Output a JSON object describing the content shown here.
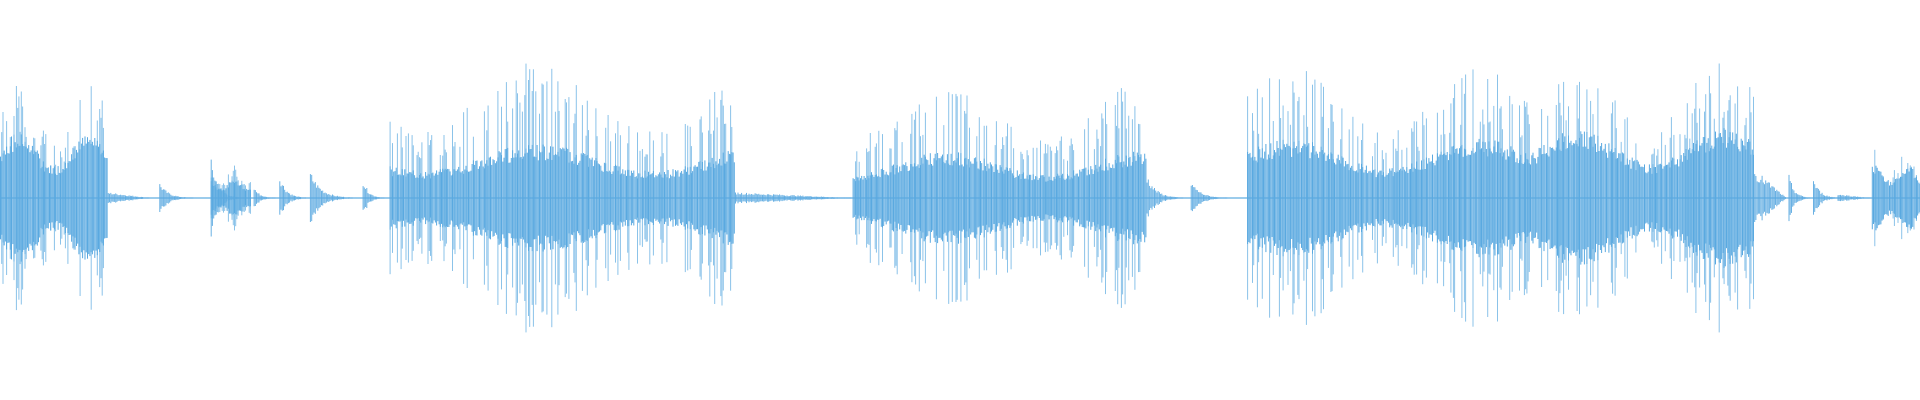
{
  "waveform": {
    "color": "#5aa9e0",
    "background": "#ffffff",
    "scale_h": 1.225,
    "scale_v": 1.22,
    "segments": [
      {
        "kind": "burst",
        "from": 0,
        "to": 88,
        "amp": 0.42,
        "peak": 0.58,
        "density": 0.8
      },
      {
        "kind": "tail",
        "from": 88,
        "to": 122,
        "amp": 0.03
      },
      {
        "kind": "ping",
        "at": 130,
        "amp": 0.08,
        "len": 28
      },
      {
        "kind": "ping",
        "at": 172,
        "amp": 0.2,
        "len": 24
      },
      {
        "kind": "burst",
        "from": 172,
        "to": 205,
        "amp": 0.12,
        "peak": 0.17,
        "density": 0.9
      },
      {
        "kind": "ping",
        "at": 207,
        "amp": 0.06,
        "len": 18
      },
      {
        "kind": "ping",
        "at": 228,
        "amp": 0.12,
        "len": 22
      },
      {
        "kind": "ping",
        "at": 253,
        "amp": 0.14,
        "len": 35
      },
      {
        "kind": "ping",
        "at": 296,
        "amp": 0.1,
        "len": 18
      },
      {
        "kind": "burst",
        "from": 318,
        "to": 600,
        "amp": 0.35,
        "peak": 0.7,
        "density": 0.7
      },
      {
        "kind": "tail",
        "from": 600,
        "to": 695,
        "amp": 0.03
      },
      {
        "kind": "burst",
        "from": 696,
        "to": 936,
        "amp": 0.3,
        "peak": 0.6,
        "density": 0.75
      },
      {
        "kind": "ping",
        "at": 936,
        "amp": 0.12,
        "len": 30
      },
      {
        "kind": "ping",
        "at": 972,
        "amp": 0.09,
        "len": 30
      },
      {
        "kind": "burst",
        "from": 1018,
        "to": 1250,
        "amp": 0.38,
        "peak": 0.68,
        "density": 0.7
      },
      {
        "kind": "burst",
        "from": 1250,
        "to": 1432,
        "amp": 0.45,
        "peak": 0.72,
        "density": 0.75
      },
      {
        "kind": "tail",
        "from": 1432,
        "to": 1458,
        "amp": 0.15
      },
      {
        "kind": "ping",
        "at": 1460,
        "amp": 0.12,
        "len": 18
      },
      {
        "kind": "ping",
        "at": 1480,
        "amp": 0.1,
        "len": 22
      },
      {
        "kind": "tail",
        "from": 1500,
        "to": 1527,
        "amp": 0.02
      },
      {
        "kind": "burst",
        "from": 1528,
        "to": 1568,
        "amp": 0.22,
        "peak": 0.28,
        "density": 0.8
      }
    ]
  }
}
